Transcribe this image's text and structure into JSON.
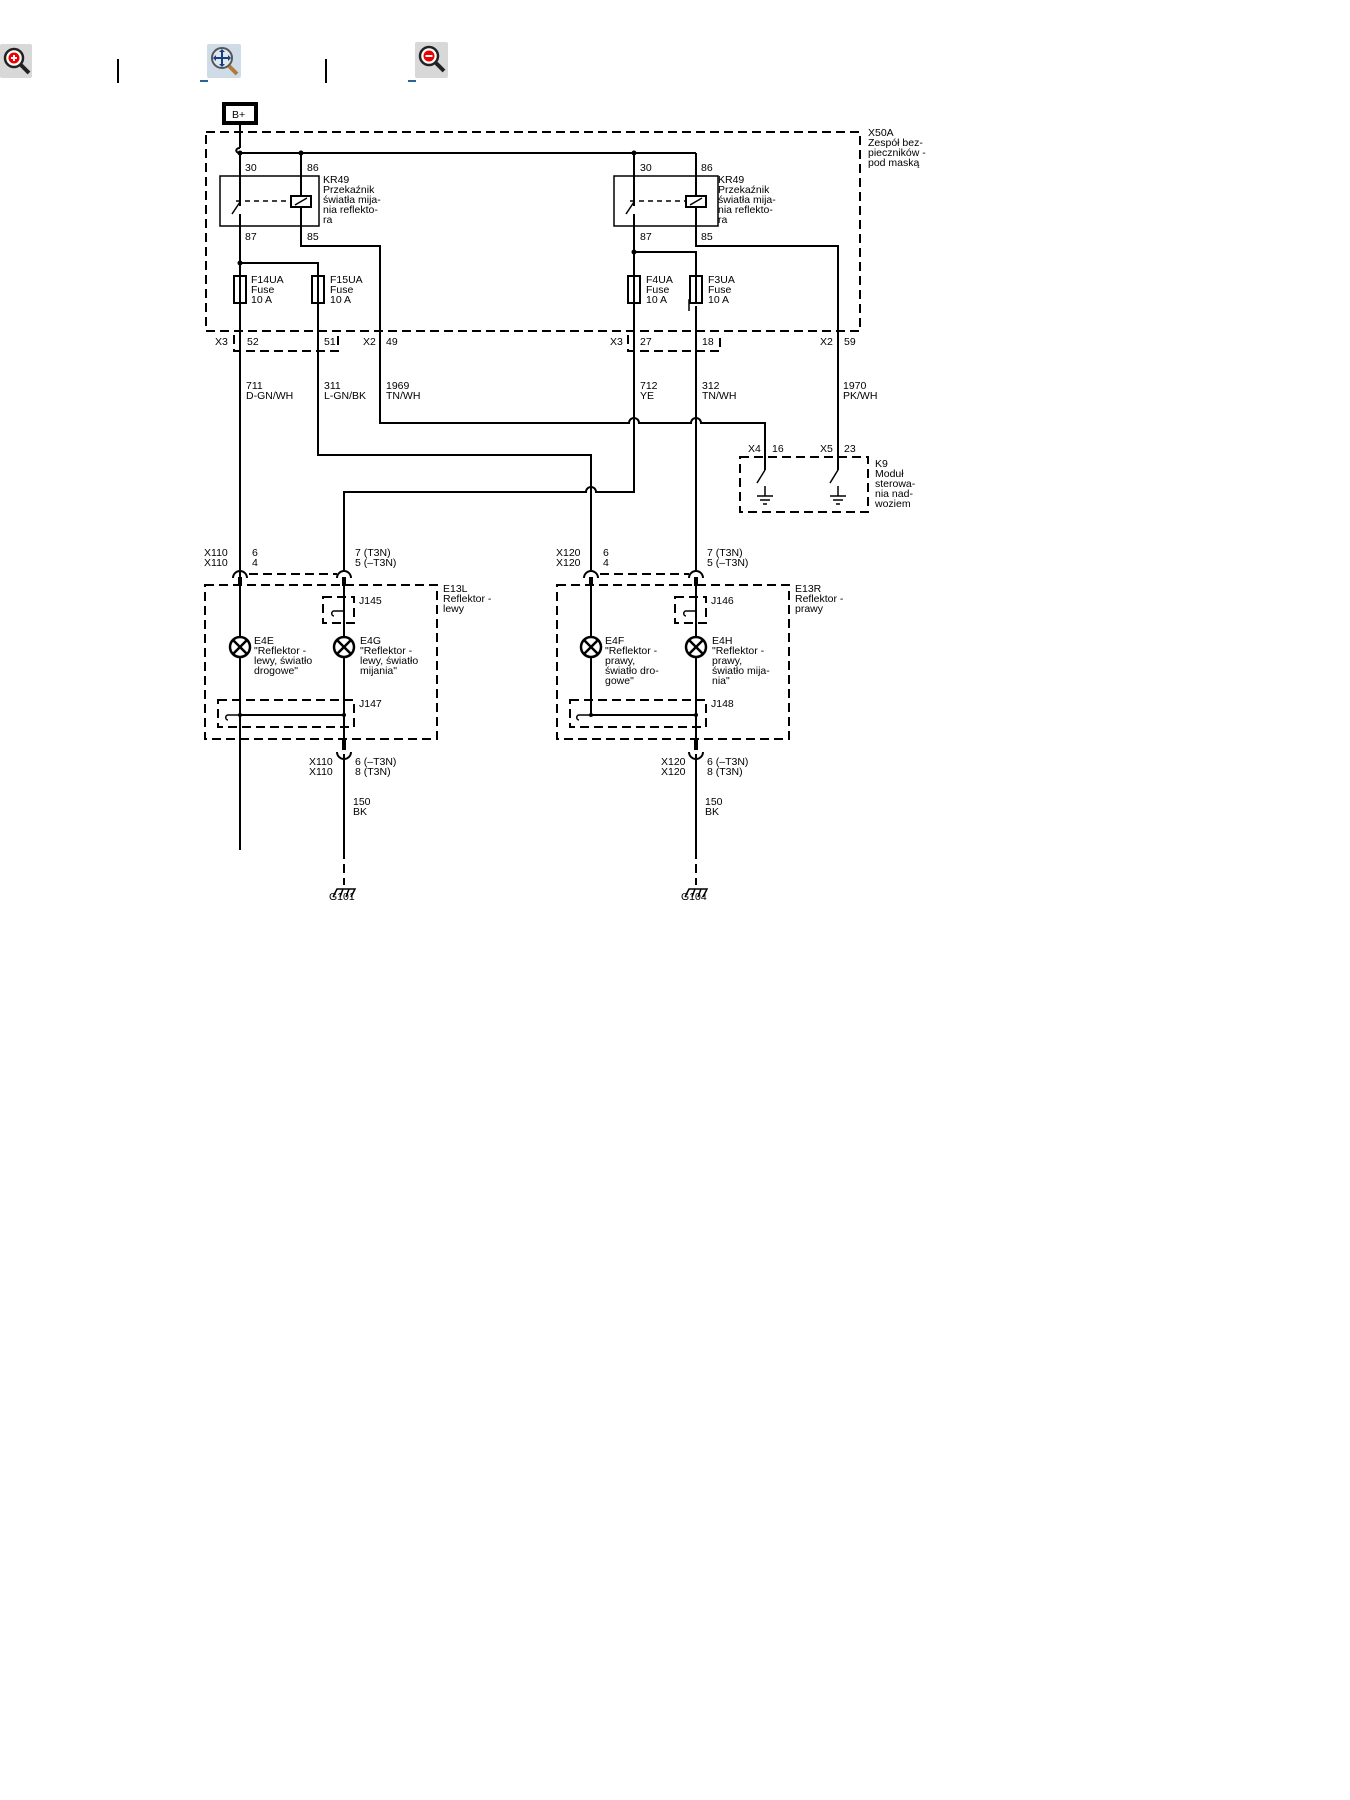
{
  "toolbar": {
    "zoom_in": "zoom-in-icon",
    "pan": "pan-zoom-icon",
    "zoom_out": "zoom-out-icon"
  },
  "power": {
    "label": "B+"
  },
  "fuse_block": {
    "id": "X50A",
    "name_l1": "Zespół bez-",
    "name_l2": "pieczników -",
    "name_l3": "pod maską"
  },
  "relays": [
    {
      "id": "KR49",
      "l1": "Przekaźnik",
      "l2": "światła mija-",
      "l3": "nia reflekto-",
      "l4": "ra",
      "p30": "30",
      "p86": "86",
      "p87": "87",
      "p85": "85"
    },
    {
      "id": "KR49",
      "l1": "Przekaźnik",
      "l2": "światła mija-",
      "l3": "nia reflekto-",
      "l4": "ra",
      "p30": "30",
      "p86": "86",
      "p87": "87",
      "p85": "85"
    }
  ],
  "fuses": [
    {
      "id": "F14UA",
      "type": "Fuse",
      "rating": "10 A"
    },
    {
      "id": "F15UA",
      "type": "Fuse",
      "rating": "10 A"
    },
    {
      "id": "F4UA",
      "type": "Fuse",
      "rating": "10 A"
    },
    {
      "id": "F3UA",
      "type": "Fuse",
      "rating": "10 A"
    }
  ],
  "connectors_top": [
    {
      "name": "X3",
      "pin": "52"
    },
    {
      "name": "",
      "pin": "51"
    },
    {
      "name": "X2",
      "pin": "49"
    },
    {
      "name": "X3",
      "pin": "27"
    },
    {
      "name": "",
      "pin": "18"
    },
    {
      "name": "X2",
      "pin": "59"
    }
  ],
  "wires": [
    {
      "circuit": "711",
      "color": "D-GN/WH"
    },
    {
      "circuit": "311",
      "color": "L-GN/BK"
    },
    {
      "circuit": "1969",
      "color": "TN/WH"
    },
    {
      "circuit": "712",
      "color": "YE"
    },
    {
      "circuit": "312",
      "color": "TN/WH"
    },
    {
      "circuit": "1970",
      "color": "PK/WH"
    },
    {
      "circuit": "150",
      "color": "BK"
    },
    {
      "circuit": "150",
      "color": "BK"
    }
  ],
  "k9": {
    "id": "K9",
    "l1": "Moduł",
    "l2": "sterowa-",
    "l3": "nia nad-",
    "l4": "woziem",
    "c1": "X4",
    "p1": "16",
    "c2": "X5",
    "p2": "23"
  },
  "left": {
    "conn_a1": "X110",
    "conn_a2": "X110",
    "pin_a1": "6",
    "pin_a2": "4",
    "pin_b1": "7 (T3N)",
    "pin_b2": "5 (–T3N)",
    "unit_id": "E13L",
    "unit_l1": "Reflektor -",
    "unit_l2": "lewy",
    "splice_top": "J145",
    "splice_bottom": "J147",
    "lamp1_id": "E4E",
    "lamp1_l1": "\"Reflektor -",
    "lamp1_l2": "lewy, światło",
    "lamp1_l3": "drogowe\"",
    "lamp2_id": "E4G",
    "lamp2_l1": "\"Reflektor -",
    "lamp2_l2": "lewy, światło",
    "lamp2_l3": "mijania\"",
    "conn_c1": "X110",
    "conn_c2": "X110",
    "pin_c1": "6 (–T3N)",
    "pin_c2": "8 (T3N)",
    "ground": "G101"
  },
  "right": {
    "conn_a1": "X120",
    "conn_a2": "X120",
    "pin_a1": "6",
    "pin_a2": "4",
    "pin_b1": "7 (T3N)",
    "pin_b2": "5 (–T3N)",
    "unit_id": "E13R",
    "unit_l1": "Reflektor -",
    "unit_l2": "prawy",
    "splice_top": "J146",
    "splice_bottom": "J148",
    "lamp1_id": "E4F",
    "lamp1_l1": "\"Reflektor -",
    "lamp1_l2": "prawy,",
    "lamp1_l3": "światło dro-",
    "lamp1_l4": "gowe\"",
    "lamp2_id": "E4H",
    "lamp2_l1": "\"Reflektor -",
    "lamp2_l2": "prawy,",
    "lamp2_l3": "światło mija-",
    "lamp2_l4": "nia\"",
    "conn_c1": "X120",
    "conn_c2": "X120",
    "pin_c1": "6 (–T3N)",
    "pin_c2": "8 (T3N)",
    "ground": "G104"
  }
}
